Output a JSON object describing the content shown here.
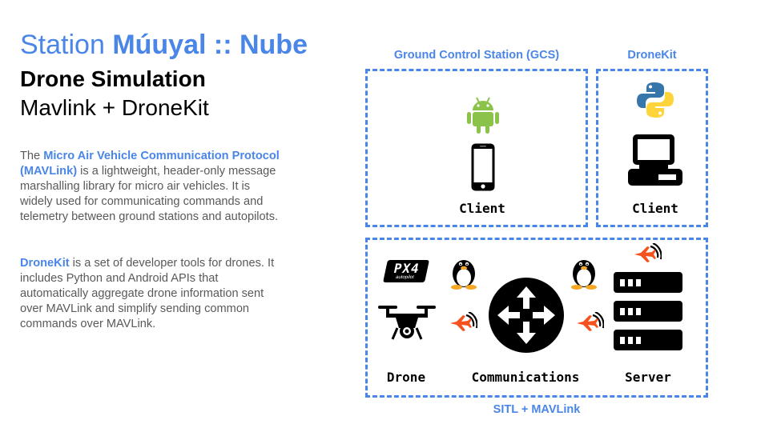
{
  "title": {
    "prefix": "Station ",
    "bold": "Múuyal :: Nube",
    "line2": "Drone Simulation",
    "line3": "Mavlink + DroneKit"
  },
  "paragraph1": {
    "lead": "The ",
    "highlight": "Micro Air Vehicle Communication Protocol (MAVLink)",
    "rest": " is a lightweight, header-only message marshalling library for micro air vehicles. It is widely used for communicating commands and telemetry between ground stations and autopilots."
  },
  "paragraph2": {
    "highlight": "DroneKit",
    "rest": " is a set of developer tools for drones. It includes Python and Android APIs that automatically aggregate drone information sent over MAVLink and simplify sending common commands over MAVLink."
  },
  "diagram": {
    "gcs_label": "Ground Control Station (GCS)",
    "dronekit_label": "DroneKit",
    "sitl_label": "SITL + MAVLink",
    "client_gcs": "Client",
    "client_dronekit": "Client",
    "drone": "Drone",
    "communications": "Communications",
    "server": "Server",
    "px4_logo": "PX4",
    "px4_sub": "autopilot"
  },
  "colors": {
    "accent": "#4a86e8",
    "android": "#8bc34a",
    "python_blue": "#3776ab",
    "python_yellow": "#ffd43b",
    "plane": "#f4511e"
  }
}
